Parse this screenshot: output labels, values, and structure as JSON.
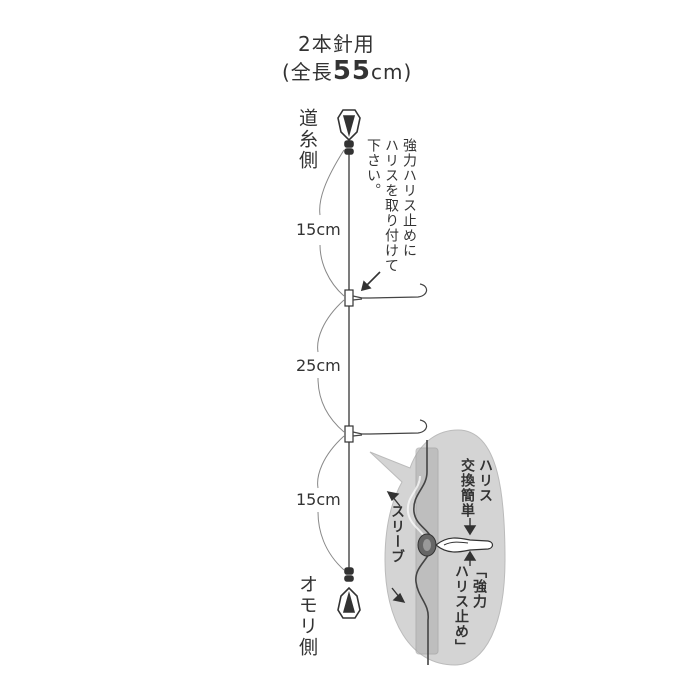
{
  "title": {
    "hooks": "2本針用",
    "total_prefix": "(全長",
    "total_value": "55",
    "total_unit": "cm)"
  },
  "labels": {
    "top_side": "道糸側",
    "bottom_side": "オモリ側",
    "seg1": "15cm",
    "seg2": "25cm",
    "seg3": "15cm",
    "note_line1": "強力ハリス止めに",
    "note_line2": "ハリスを取り付けて",
    "note_line3": "下さい。"
  },
  "callout": {
    "easy_line1": "ハリス",
    "easy_line2": "交換簡単",
    "sleeve": "スリーブ",
    "strong_line1": "「強力",
    "strong_line2": "ハリス止め」"
  },
  "colors": {
    "line": "#444444",
    "callout_fill": "#d4d4d4",
    "sleeve_fill": "#b0b0b0",
    "text": "#333333"
  }
}
